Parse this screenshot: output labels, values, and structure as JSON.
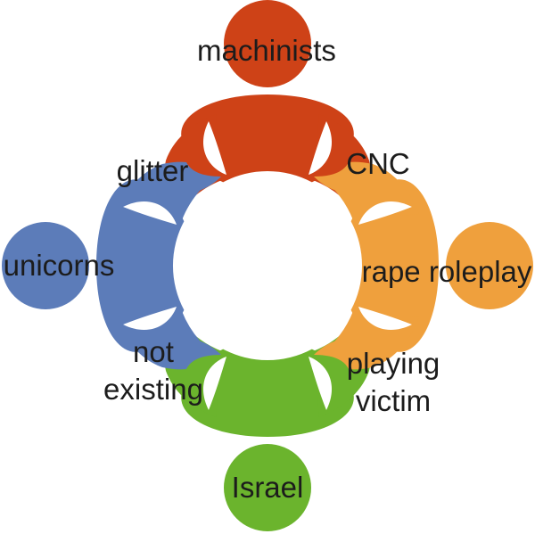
{
  "diagram": {
    "type": "four-people-around-circle",
    "figures": {
      "top": {
        "color": "#CE4217",
        "label": "machinists"
      },
      "right": {
        "color": "#EFA03D",
        "label": "rape roleplay"
      },
      "bottom": {
        "color": "#6BB42D",
        "label": "Israel"
      },
      "left": {
        "color": "#5C7CB9",
        "label": "unicorns"
      }
    },
    "shared_labels": {
      "top_left": "glitter",
      "top_right": "CNC",
      "bottom_left": [
        "not",
        "existing"
      ],
      "bottom_right": [
        "playing",
        "victim"
      ]
    },
    "colors": {
      "background": "#ffffff",
      "text": "#1c1c1c"
    }
  }
}
